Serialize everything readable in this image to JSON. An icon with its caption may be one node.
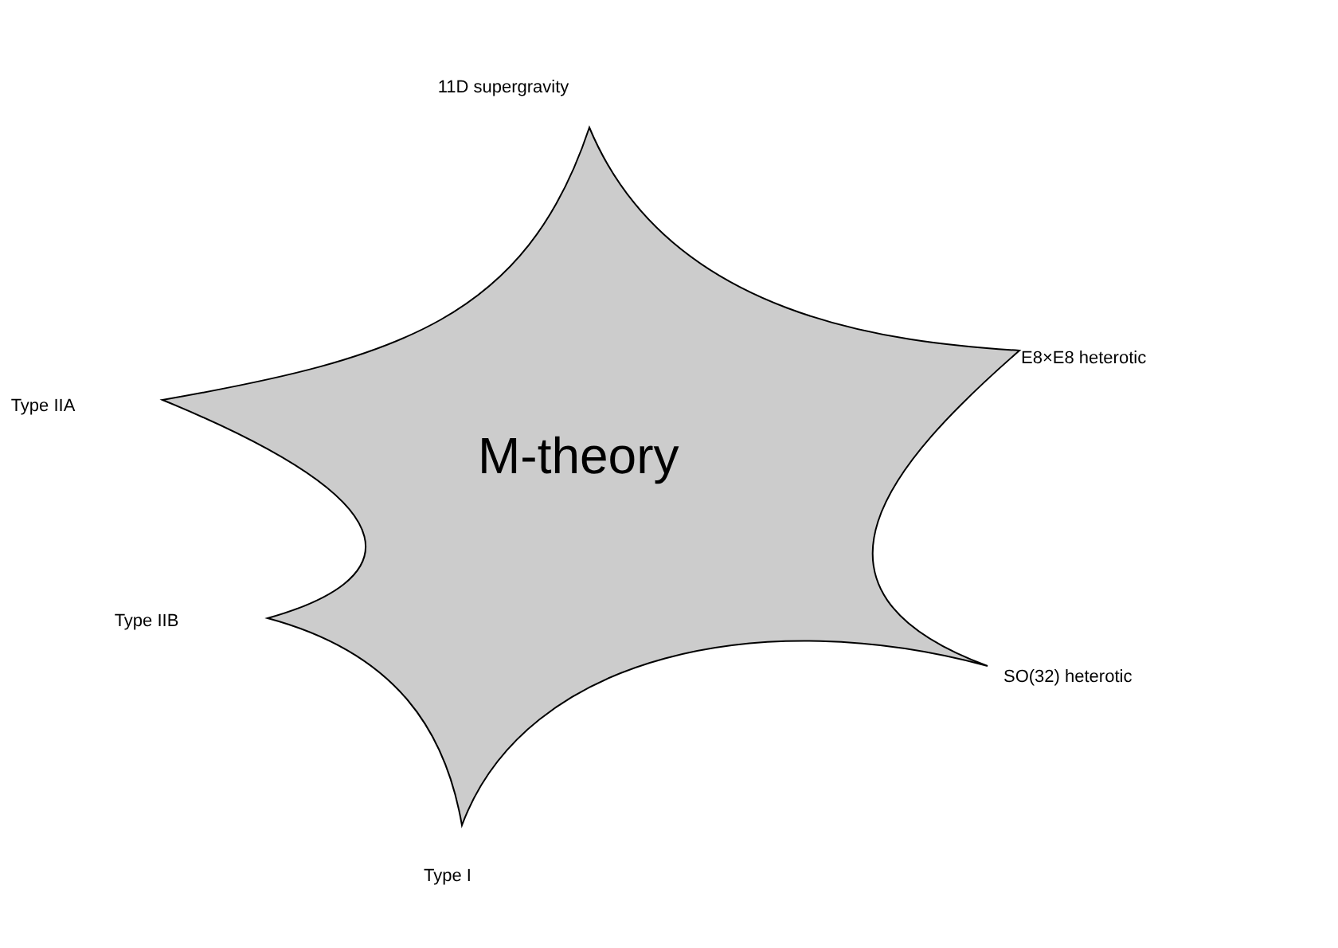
{
  "diagram": {
    "nodes": [
      {
        "text": [
          "M-theory"
        ]
      }
    ],
    "labels": [
      "11D supergravity",
      "E8×E8 heterotic",
      "SO(32) heterotic",
      "Type I",
      "Type IIB",
      "Type IIA"
    ]
  }
}
